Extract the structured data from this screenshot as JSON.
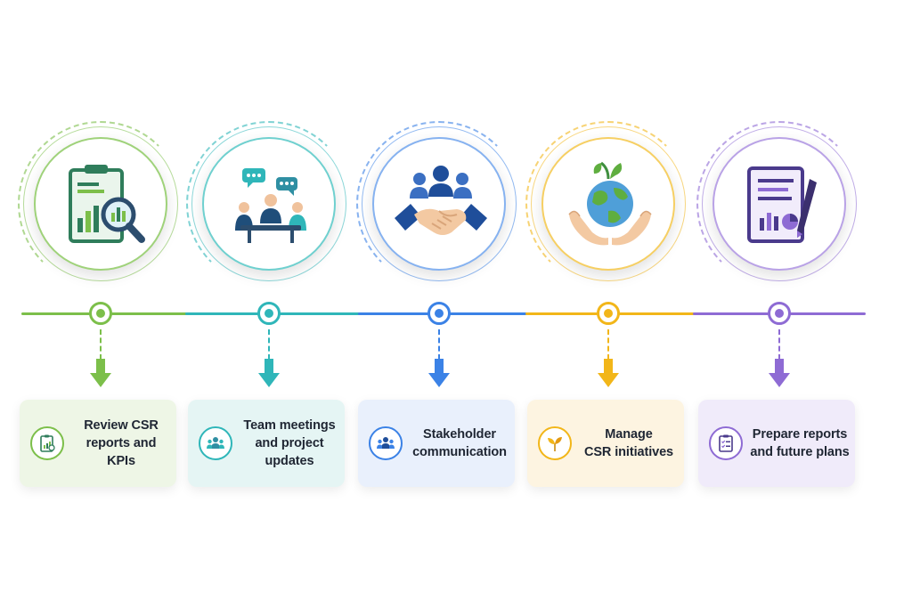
{
  "colors": {
    "green": "#7cbf4a",
    "teal": "#2fb6b9",
    "blue": "#3b82e6",
    "yellow": "#f2b619",
    "purple": "#8e6bd4"
  },
  "steps": [
    {
      "label": "Review CSR\nreports and KPIs",
      "main_icon": "report-magnifier-icon",
      "card_icon": "clipboard-chart-icon",
      "color": "#7cbf4a",
      "card_bg": "#eef6e6"
    },
    {
      "label": "Team meetings\nand project\nupdates",
      "main_icon": "team-meeting-icon",
      "card_icon": "group-icon",
      "color": "#2fb6b9",
      "card_bg": "#e5f5f4"
    },
    {
      "label": "Stakeholder\ncommunication",
      "main_icon": "handshake-people-icon",
      "card_icon": "people-icon",
      "color": "#3b82e6",
      "card_bg": "#e9f0fc"
    },
    {
      "label": "Manage\nCSR initiatives",
      "main_icon": "globe-hands-icon",
      "card_icon": "leaf-icon",
      "color": "#f2b619",
      "card_bg": "#fdf4e1"
    },
    {
      "label": "Prepare reports\nand future plans",
      "main_icon": "report-pen-icon",
      "card_icon": "checklist-icon",
      "color": "#8e6bd4",
      "card_bg": "#f0ebfa"
    }
  ]
}
